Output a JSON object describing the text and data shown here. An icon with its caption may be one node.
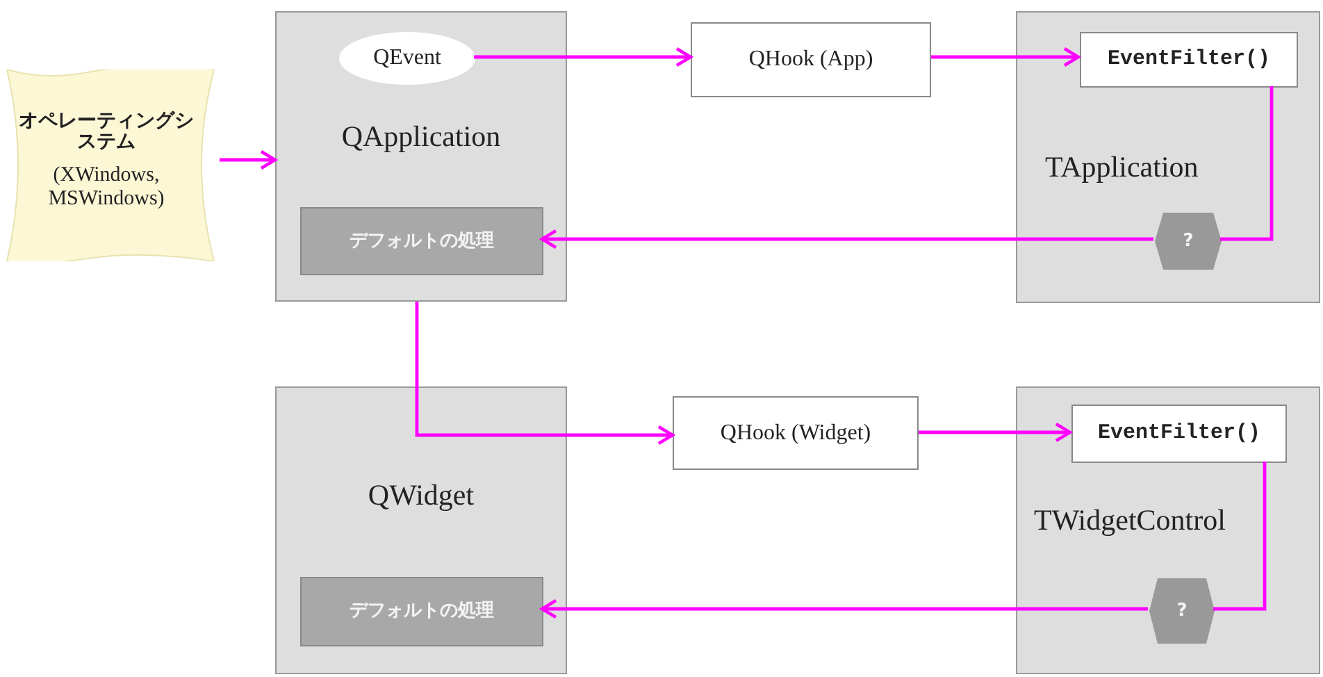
{
  "diagram": {
    "nodes": [
      {
        "text": [
          "オペレーティングシステム",
          "(XWindows, MSWindows)"
        ]
      },
      {
        "text": [
          "QApplication"
        ]
      },
      {
        "text": [
          "QEvent"
        ],
        "in": 1
      },
      {
        "text": [
          "デフォルトの処理"
        ],
        "in": 1
      },
      {
        "text": [
          "QHook (App)"
        ]
      },
      {
        "text": [
          "TApplication"
        ]
      },
      {
        "text": [
          "EventFilter()"
        ],
        "in": 5
      },
      {
        "text": [
          "?"
        ],
        "in": 5
      },
      {
        "text": [
          "QWidget"
        ]
      },
      {
        "text": [
          "デフォルトの処理"
        ],
        "in": 8
      },
      {
        "text": [
          "QHook (Widget)"
        ]
      },
      {
        "text": [
          "TWidgetControl"
        ]
      },
      {
        "text": [
          "EventFilter()"
        ],
        "in": 11
      },
      {
        "text": [
          "?"
        ],
        "in": 11
      }
    ],
    "edges": [
      {
        "from": 0,
        "to": 1,
        "arrow": "to"
      },
      {
        "from": 2,
        "to": 4,
        "arrow": "to"
      },
      {
        "from": 4,
        "to": 6,
        "arrow": "to"
      },
      {
        "from": 6,
        "to": 7,
        "arrow": "none"
      },
      {
        "from": 7,
        "to": 3,
        "arrow": "to"
      },
      {
        "from": 1,
        "to": 10,
        "arrow": "to"
      },
      {
        "from": 10,
        "to": 12,
        "arrow": "to"
      },
      {
        "from": 12,
        "to": 13,
        "arrow": "none"
      },
      {
        "from": 13,
        "to": 9,
        "arrow": "to"
      }
    ]
  }
}
